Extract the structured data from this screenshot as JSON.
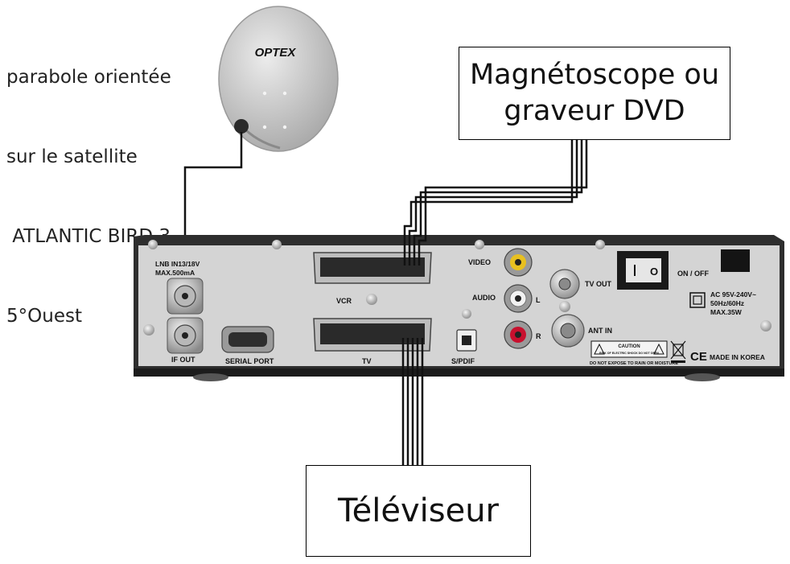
{
  "caption": {
    "lines": [
      "parabole orientée",
      "sur le satellite",
      " ATLANTIC BIRD 3",
      "5°Ouest"
    ]
  },
  "dish": {
    "brand": "OPTEX"
  },
  "devices": {
    "recorder": {
      "line1": "Magnétoscope ou",
      "line2": "graveur DVD"
    },
    "television": {
      "label": "Téléviseur"
    }
  },
  "receiver_panel": {
    "lnb_in": "LNB IN13/18V",
    "lnb_max": "MAX.500mA",
    "if_out": "IF OUT",
    "serial_port": "SERIAL PORT",
    "vcr": "VCR",
    "tv": "TV",
    "video": "VIDEO",
    "audio": "AUDIO",
    "left": "L",
    "right": "R",
    "spdif": "S/PDIF",
    "tv_out": "TV OUT",
    "ant_in": "ANT IN",
    "on_off": "ON / OFF",
    "power_line1": "AC 95V-240V~",
    "power_line2": "50Hz/60Hz",
    "power_line3": "MAX.35W",
    "made_in": "MADE IN KOREA",
    "ce": "CE",
    "caution": "CAUTION",
    "caution_sub": "RISK OF ELECTRIC SHOCK DO NOT OPEN",
    "moisture": "DO NOT EXPOSE TO RAIN OR MOISTURE",
    "switch_o": "O"
  },
  "colors": {
    "panel_fill": "#d4d4d4",
    "chassis": "#2e2e2e",
    "rca_video": "#e8c020",
    "rca_left": "#f2f2f2",
    "rca_right": "#c8102e",
    "dish_fill": "#c8c8c8"
  }
}
